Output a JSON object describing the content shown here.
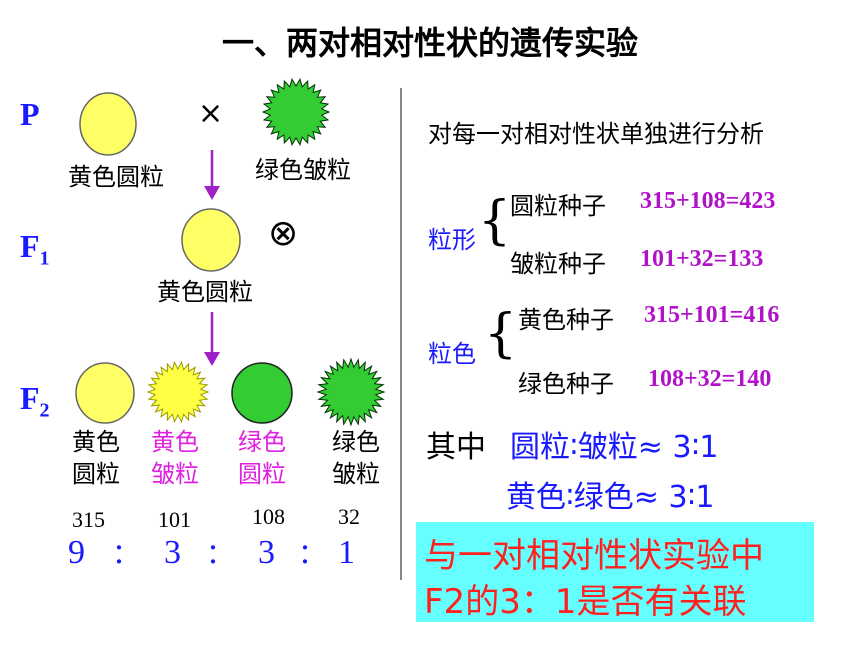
{
  "title": "一、两对相对性状的遗传实验",
  "left": {
    "gen_p": "P",
    "gen_f1": "F",
    "gen_f1_sub": "1",
    "gen_f2": "F",
    "gen_f2_sub": "2",
    "cross_symbol": "×",
    "self_symbol": "⊗",
    "p_parent1_label": "黄色圆粒",
    "p_parent2_label": "绿色皱粒",
    "f1_label": "黄色圆粒",
    "f2_phenotypes": [
      {
        "line1": "黄色",
        "line2": "圆粒",
        "count": "315",
        "ratio": "9"
      },
      {
        "line1": "黄色",
        "line2": "皱粒",
        "count": "101",
        "ratio": "3"
      },
      {
        "line1": "绿色",
        "line2": "圆粒",
        "count": "108",
        "ratio": "3"
      },
      {
        "line1": "绿色",
        "line2": "皱粒",
        "count": "32",
        "ratio": "1"
      }
    ],
    "ratio_separator": "："
  },
  "right": {
    "heading": "对每一对相对性状单独进行分析",
    "shape_group": {
      "label": "粒形",
      "rows": [
        {
          "name": "圆粒种子",
          "calc": "315+108=423"
        },
        {
          "name": "皱粒种子",
          "calc": "101+32=133"
        }
      ]
    },
    "color_group": {
      "label": "粒色",
      "rows": [
        {
          "name": "黄色种子",
          "calc": "315+101=416"
        },
        {
          "name": "绿色种子",
          "calc": "108+32=140"
        }
      ]
    },
    "among_label": "其中",
    "ratio_line1": "圆粒∶皱粒≈ 3∶1",
    "ratio_line2": "黄色∶绿色≈ 3∶1",
    "question_line1": "与一对相对性状实验中",
    "question_line2": "F2的3：1是否有关联"
  },
  "colors": {
    "yellow": "#ffff66",
    "green": "#33cc33",
    "arrow": "#a020c8",
    "highlight_text": "#e020e0",
    "blue_text": "#1a1aff",
    "box_bg": "#66ffff",
    "box_text": "#ff2020"
  }
}
